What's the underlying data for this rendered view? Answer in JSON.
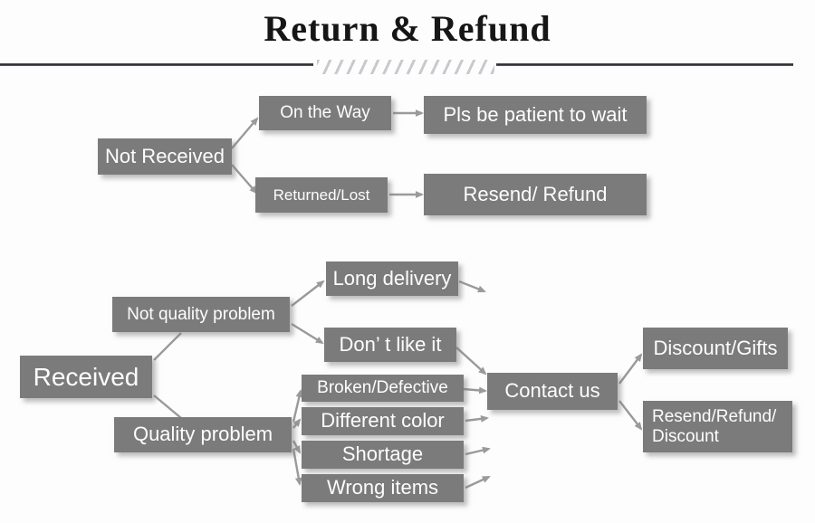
{
  "header": {
    "title": "Return & Refund",
    "divider_style": "rule-hatch-rule"
  },
  "diagram": {
    "type": "flowchart",
    "box_color": "#7b7b7b",
    "text_color": "#fdfdfd",
    "arrow_color": "#8e8e8e",
    "branches": [
      {
        "root": "Not Received",
        "paths": [
          {
            "step1": "On the Way",
            "step2": "Pls be patient to wait"
          },
          {
            "step1": "Returned/Lost",
            "step2": "Resend/ Refund"
          }
        ]
      },
      {
        "root": "Received",
        "paths": [
          {
            "step1": "Not quality problem",
            "causes": [
              "Long delivery",
              "Don’ t like it"
            ]
          },
          {
            "step1": "Quality problem",
            "causes": [
              "Broken/Defective",
              "Different color",
              "Shortage",
              "Wrong items"
            ]
          }
        ],
        "action": "Contact us",
        "outcomes": [
          "Discount/Gifts",
          "Resend/Refund/\nDiscount"
        ]
      }
    ],
    "nodes": {
      "not_received": "Not Received",
      "on_the_way": "On the Way",
      "pls_be_patient": "Pls be patient to wait",
      "returned_lost": "Returned/Lost",
      "resend_refund": "Resend/ Refund",
      "received": "Received",
      "not_quality_problem": "Not quality problem",
      "quality_problem": "Quality problem",
      "long_delivery": "Long delivery",
      "dont_like_it": "Don’ t like it",
      "broken_defective": "Broken/Defective",
      "different_color": "Different color",
      "shortage": "Shortage",
      "wrong_items": "Wrong items",
      "contact_us": "Contact us",
      "discount_gifts": "Discount/Gifts",
      "resend_refund_discount": "Resend/Refund/\nDiscount"
    }
  }
}
